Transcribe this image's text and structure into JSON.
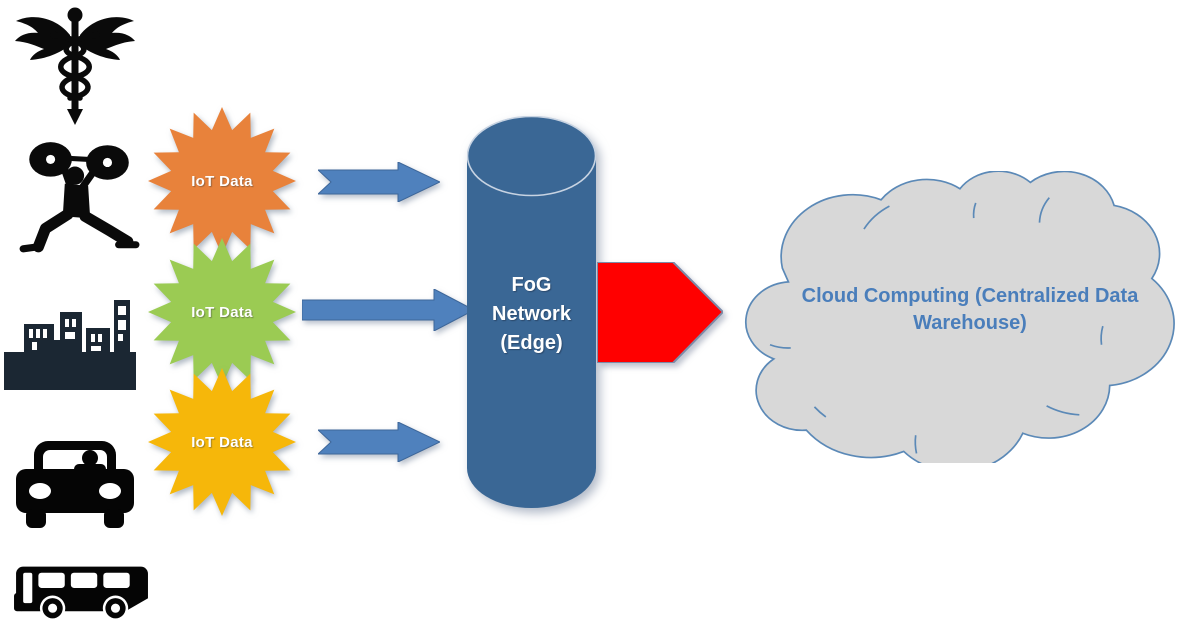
{
  "figure": {
    "background": "#FFFFFF",
    "sources": [
      {
        "name": "healthcare",
        "icon": "caduceus-icon"
      },
      {
        "name": "fitness",
        "icon": "weightlifter-icon"
      },
      {
        "name": "smart-city",
        "icon": "city-skyline-icon"
      },
      {
        "name": "car",
        "icon": "car-icon"
      },
      {
        "name": "bus",
        "icon": "bus-icon"
      }
    ],
    "iot_bursts": [
      {
        "label": "IoT Data",
        "fill": "#E8823B"
      },
      {
        "label": "IoT Data",
        "fill": "#9BCB53"
      },
      {
        "label": "IoT Data",
        "fill": "#F6B70A"
      }
    ],
    "flow_arrows": {
      "fill": "#4F81BD"
    },
    "fog_node": {
      "label": "FoG Network (Edge)",
      "fill": "#3A6795",
      "text_color": "#FFFFFF"
    },
    "fog_to_cloud_arrow": {
      "fill": "#FF0000"
    },
    "cloud_node": {
      "label": "Cloud Computing (Centralized Data Warehouse)",
      "fill": "#D8D8D8",
      "stroke": "#5B89B7",
      "text_color": "#4A7EBB"
    }
  }
}
